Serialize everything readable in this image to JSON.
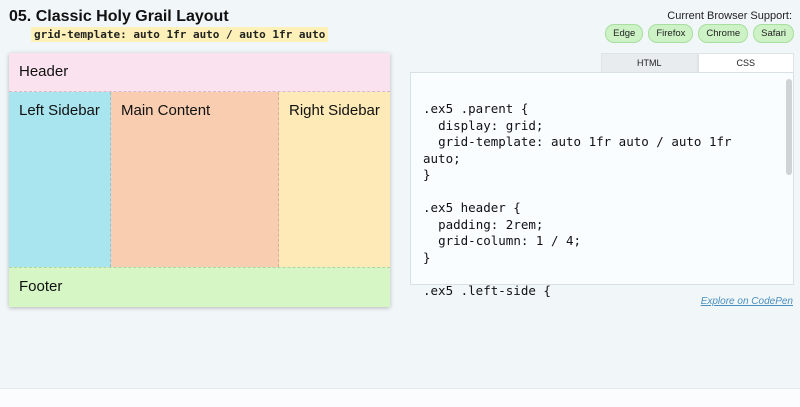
{
  "section": {
    "title": "05. Classic Holy Grail Layout",
    "code_subtitle": "grid-template: auto 1fr auto / auto 1fr auto"
  },
  "support": {
    "label": "Current Browser Support:",
    "browsers": [
      "Edge",
      "Firefox",
      "Chrome",
      "Safari"
    ]
  },
  "demo": {
    "header": "Header",
    "left_sidebar": "Left Sidebar",
    "main_content": "Main Content",
    "right_sidebar": "Right Sidebar",
    "footer": "Footer"
  },
  "code_tabs": {
    "html_label": "HTML",
    "css_label": "CSS",
    "active": "CSS"
  },
  "code": ".ex5 .parent {\n  display: grid;\n  grid-template: auto 1fr auto / auto 1fr\nauto;\n}\n\n.ex5 header {\n  padding: 2rem;\n  grid-column: 1 / 4;\n}\n\n.ex5 .left-side {",
  "link": {
    "codepen": "Explore on CodePen"
  },
  "colors": {
    "header": "#fae3ee",
    "left": "#a9e5ef",
    "main": "#f8cdb0",
    "right": "#fdeab7",
    "footer": "#d6f6c6",
    "badge": "#cdf2c6",
    "link": "#4a8fbd"
  }
}
